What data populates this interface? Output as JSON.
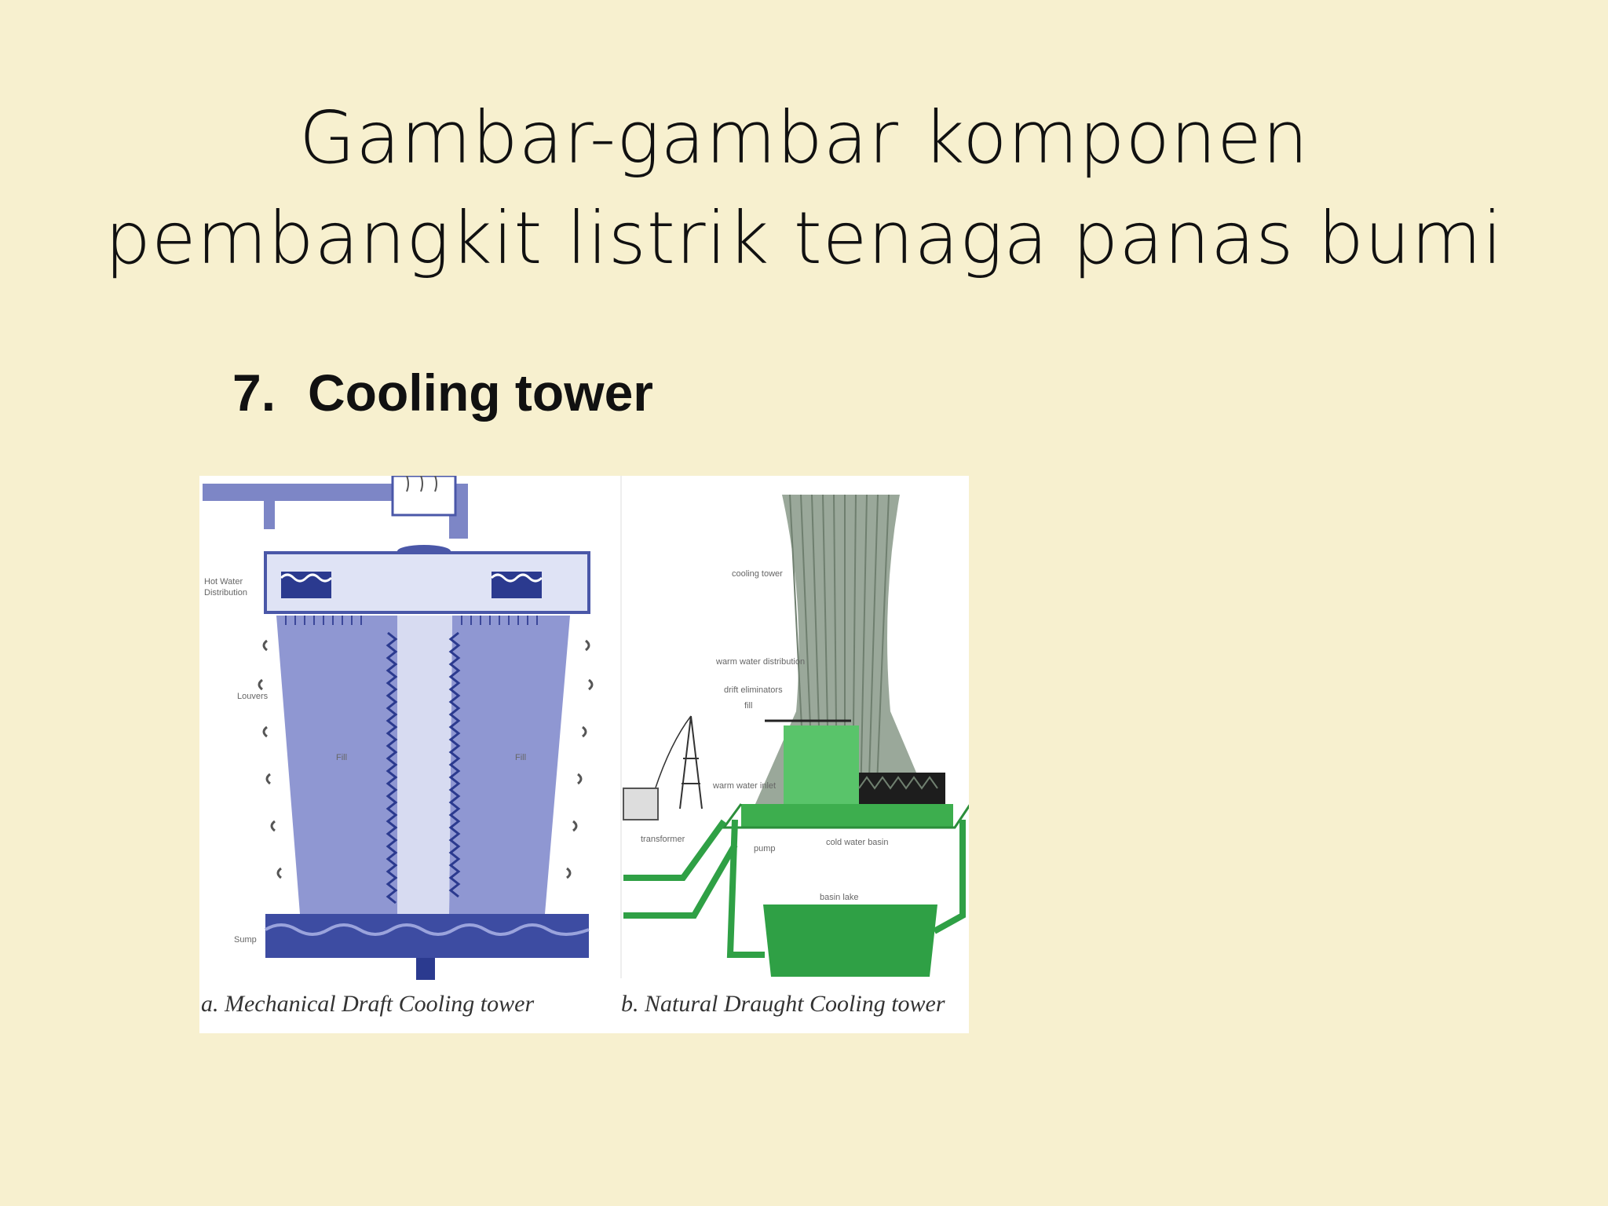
{
  "slide": {
    "title_lines": [
      "Gambar-gambar komponen",
      "pembangkit listrik tenaga panas bumi"
    ],
    "bullet": {
      "number": "7.",
      "text": "Cooling tower"
    }
  },
  "figure": {
    "left_panel": {
      "caption": "a.   Mechanical Draft Cooling tower",
      "labels": {
        "hot_water": "Hot Water",
        "distribution": "Distribution",
        "louvers": "Louvers",
        "fill": "Fill",
        "sump": "Sump"
      }
    },
    "right_panel": {
      "caption": "b. Natural Draught Cooling tower",
      "labels": {
        "cooling_tower": "cooling tower",
        "warm_water_distribution": "warm water distribution",
        "drift_eliminators": "drift eliminators",
        "fill": "fill",
        "warm_water_inlet": "warm water inlet",
        "transformer": "transformer",
        "pump": "pump",
        "cold_water_basin": "cold water basin",
        "basin_lake": "basin lake"
      }
    }
  }
}
